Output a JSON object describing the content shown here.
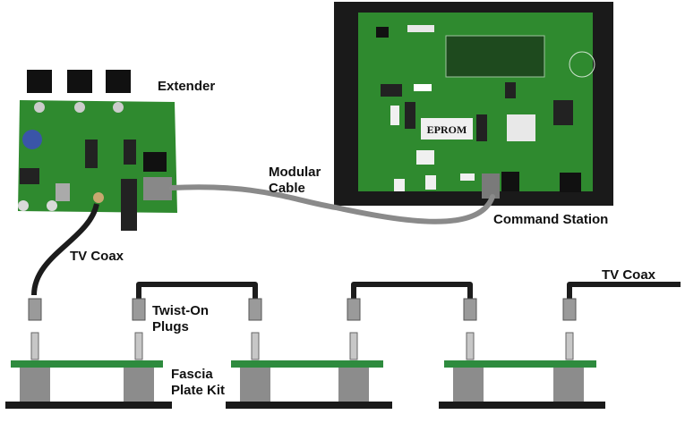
{
  "labels": {
    "extender": "Extender",
    "modular_cable_line1": "Modular",
    "modular_cable_line2": "Cable",
    "command_station": "Command Station",
    "tv_coax_left": "TV Coax",
    "tv_coax_right": "TV Coax",
    "twist_on_line1": "Twist-On",
    "twist_on_line2": "Plugs",
    "fascia_line1": "Fascia",
    "fascia_line2": "Plate Kit"
  },
  "board_text": {
    "eprom": "EPROM"
  },
  "colors": {
    "pcb_green": "#2f8a2f",
    "frame_black": "#1a1a1a",
    "cable_grey": "#8a8a8a",
    "coax_black": "#1c1c1c",
    "plate_green": "#2e8b3e"
  }
}
